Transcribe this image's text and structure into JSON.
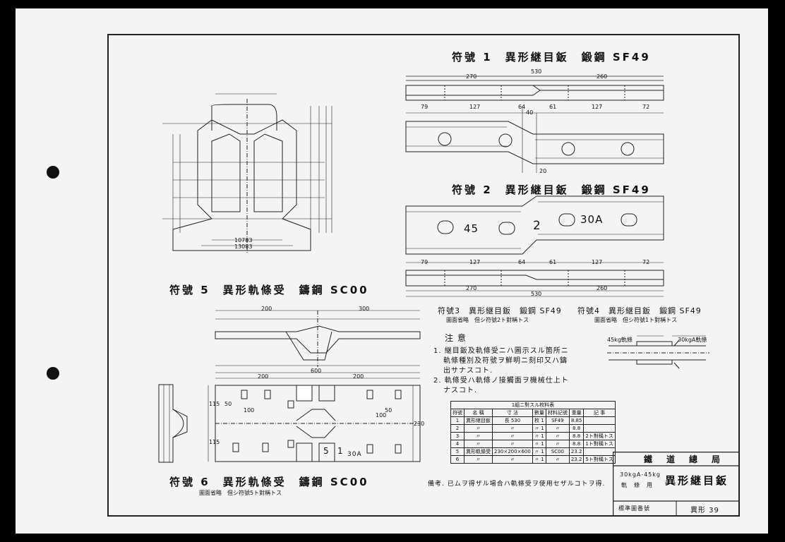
{
  "part1_title": "符號 1　異形継目鈑　鍛鋼 SF49",
  "part2_title": "符號 2　異形継目鈑　鍛鋼 SF49",
  "part3_title": "符號3　異形継目鈑　鍛鋼 SF49",
  "part3_note": "圖面省略　但シ符號2ト對稱トス",
  "part4_title": "符號4　異形継目鈑　鍛鋼 SF49",
  "part4_note": "圖面省略　但シ符號1ト對稱トス",
  "part5_title": "符號 5　異形軌條受　鑄鋼 SC00",
  "part6_title": "符號 6　異形軌條受　鑄鋼 SC00",
  "part6_note": "圖面省略　但シ符號5ト對稱トス",
  "notes": {
    "heading": "注 意",
    "item1_line1": "1. 継目鈑及軌條受ニハ圖示スル箇所ニ",
    "item1_line2": "軌條種別及符號ヲ鮮明ニ刻印又ハ鑄",
    "item1_line3": "出サナスコト.",
    "item2_line1": "2. 軌條受ハ軌條ノ接觸面ヲ機械仕上ト",
    "item2_line2": "ナスコト."
  },
  "remark": "備考. 已ムヲ得ザル場合ハ軌條受ヲ使用セザルコトヲ得.",
  "rail_labels": {
    "left": "45kg軌條",
    "right": "30kgA軌條"
  },
  "dimensions": {
    "d530": "530",
    "d270": "270",
    "d260": "260",
    "d79": "79",
    "d127": "127",
    "d64": "64",
    "d61": "61",
    "d72": "72",
    "d40": "40",
    "d20": "20",
    "d200": "200",
    "d300": "300",
    "d600": "600",
    "d100": "100",
    "d50": "50",
    "d115": "115",
    "d230": "230",
    "d10783": "10783",
    "d13083": "13083"
  },
  "stamps": {
    "s45": "45",
    "s2": "2",
    "s30a": "30A",
    "s5": "5",
    "s1": "1",
    "s30a_p6": "30A"
  },
  "bom": {
    "caption": "1組ニ對スル枚料表",
    "headers": [
      "符號",
      "名 稱",
      "寸 法",
      "數量",
      "材料記號",
      "重量",
      "記 事"
    ],
    "rows": [
      [
        "1",
        "異形継目鈑",
        "長 530",
        "枚 1",
        "SF49",
        "8.85",
        ""
      ],
      [
        "2",
        "〃",
        "〃",
        "〃 1",
        "〃",
        "8.8",
        ""
      ],
      [
        "3",
        "〃",
        "〃",
        "〃 1",
        "〃",
        "8.8",
        "2ト對稱トス"
      ],
      [
        "4",
        "〃",
        "〃",
        "〃 1",
        "〃",
        "8.8",
        "1ト對稱トス"
      ],
      [
        "5",
        "異形軌條受",
        "230×200×600",
        "〃 1",
        "SC00",
        "23.2",
        ""
      ],
      [
        "6",
        "〃",
        "〃",
        "〃 1",
        "〃",
        "23.2",
        "5ト對稱トス"
      ]
    ]
  },
  "title_block": {
    "org": "鐵　道　總　局",
    "subtitle_a": "30kgA-45kg",
    "subtitle_b": "軌　條　用",
    "name": "異形継目鈑",
    "std_label": "標準圖番號",
    "std_number": "異形 39"
  }
}
